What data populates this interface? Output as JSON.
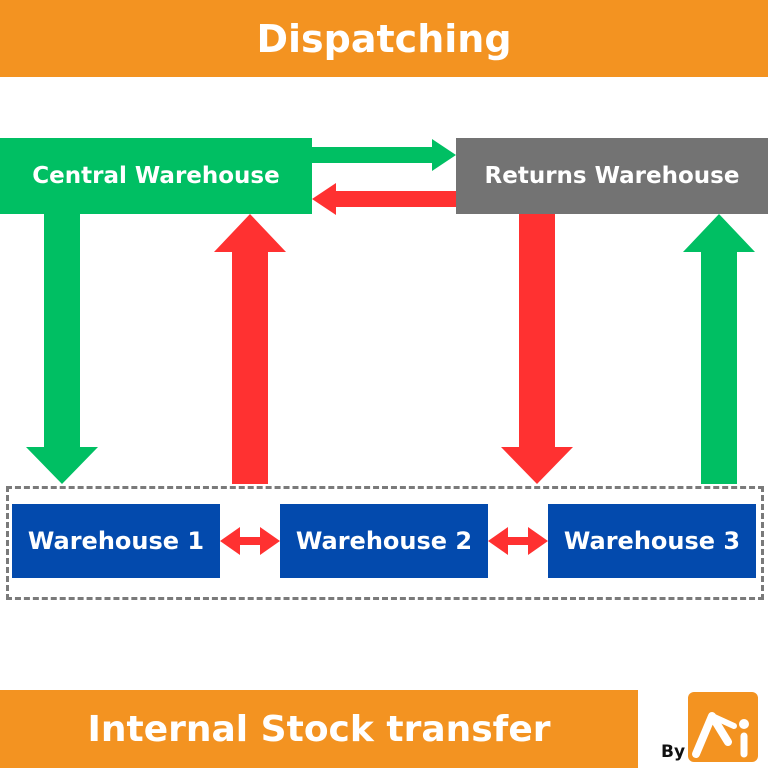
{
  "header": {
    "title": "Dispatching"
  },
  "footer": {
    "title": "Internal Stock transfer",
    "by_label": "By"
  },
  "nodes": {
    "central": {
      "label": "Central Warehouse",
      "color": "#00BF63"
    },
    "returns": {
      "label": "Returns Warehouse",
      "color": "#737373"
    },
    "warehouses": [
      {
        "label": "Warehouse 1"
      },
      {
        "label": "Warehouse 2"
      },
      {
        "label": "Warehouse 3"
      }
    ],
    "warehouse_color": "#034AAD"
  },
  "colors": {
    "banner": "#F39321",
    "forward_arrow": "#00BF63",
    "return_arrow": "#FF3131",
    "group_border": "#7a7a7a"
  },
  "flows": [
    {
      "from": "Central Warehouse",
      "to": "Returns Warehouse",
      "type": "forward"
    },
    {
      "from": "Returns Warehouse",
      "to": "Central Warehouse",
      "type": "return"
    },
    {
      "from": "Central Warehouse",
      "to": "Warehouses",
      "type": "forward"
    },
    {
      "from": "Warehouses",
      "to": "Central Warehouse",
      "type": "return"
    },
    {
      "from": "Returns Warehouse",
      "to": "Warehouses",
      "type": "return"
    },
    {
      "from": "Warehouses",
      "to": "Returns Warehouse",
      "type": "forward"
    },
    {
      "from": "Warehouse 1",
      "to": "Warehouse 2",
      "type": "bidirectional"
    },
    {
      "from": "Warehouse 2",
      "to": "Warehouse 3",
      "type": "bidirectional"
    }
  ]
}
